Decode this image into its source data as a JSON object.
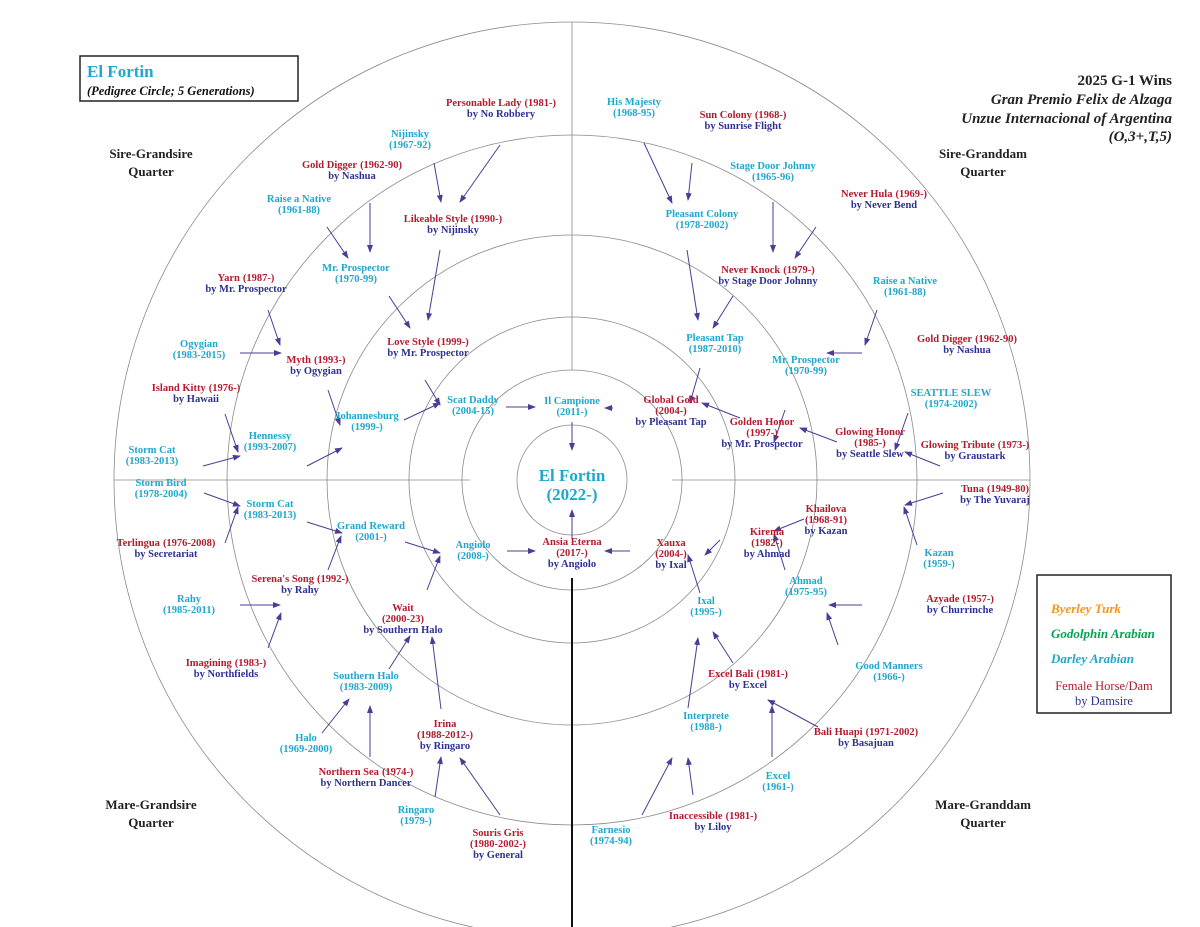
{
  "title_box": {
    "name": "El Fortin",
    "subtitle": "(Pedigree Circle; 5 Generations)"
  },
  "race_title": [
    "2025 G-1 Wins",
    "Gran Premio Felix de Alzaga",
    "Unzue Internacional of Argentina",
    "(O,3+,T,5)"
  ],
  "quarters": [
    {
      "line1": "Sire-Grandsire",
      "line2": "Quarter"
    },
    {
      "line1": "Sire-Granddam",
      "line2": "Quarter"
    },
    {
      "line1": "Mare-Grandsire",
      "line2": "Quarter"
    },
    {
      "line1": "Mare-Granddam",
      "line2": "Quarter"
    }
  ],
  "legend": {
    "byerley": "Byerley Turk",
    "godolphin": "Godolphin Arabian",
    "darley": "Darley Arabian",
    "female": "Female Horse/Dam",
    "damsire": "by Damsire"
  },
  "colors": {
    "darley": "#1fa8cc",
    "female": "#b31b2e",
    "damsire": "#2e3192",
    "byerley": "#f7941d",
    "godolphin": "#00a651"
  },
  "subject": {
    "name": "El Fortin",
    "years": "(2022-)"
  },
  "nodes": [
    {
      "name": "Il Campione",
      "years": "(2011-)"
    },
    {
      "name": "Ansia Eterna",
      "years": "(2017-)",
      "by": "by Angiolo"
    },
    {
      "name": "Scat Daddy",
      "years": "(2004-15)"
    },
    {
      "name": "Global Gold",
      "years": "(2004-)",
      "by": "by Pleasant Tap"
    },
    {
      "name": "Angiolo",
      "years": "(2008-)"
    },
    {
      "name": "Xauxa",
      "years": "(2004-)",
      "by": "by Ixal"
    },
    {
      "name": "Johannesburg",
      "years": "(1999-)"
    },
    {
      "name": "Love Style",
      "years": "(1999-)",
      "by": "by Mr. Prospector"
    },
    {
      "name": "Pleasant Tap",
      "years": "(1987-2010)"
    },
    {
      "name": "Golden Honor",
      "years": "(1997-)",
      "by": "by Mr. Prospector"
    },
    {
      "name": "Grand Reward",
      "years": "(2001-)"
    },
    {
      "name": "Wait",
      "years": "(2000-23)",
      "by": "by Southern Halo"
    },
    {
      "name": "Ixal",
      "years": "(1995-)"
    },
    {
      "name": "Kirenia",
      "years": "(1982-)",
      "by": "by Ahmad"
    },
    {
      "name": "Hennessy",
      "years": "(1993-2007)"
    },
    {
      "name": "Myth",
      "years": "(1993-)",
      "by": "by Ogygian"
    },
    {
      "name": "Mr. Prospector",
      "years": "(1970-99)"
    },
    {
      "name": "Likeable Style",
      "years": "(1990-)",
      "by": "by Nijinsky"
    },
    {
      "name": "Pleasant Colony",
      "years": "(1978-2002)"
    },
    {
      "name": "Never Knock",
      "years": "(1979-)",
      "by": "by Stage Door Johnny"
    },
    {
      "name": "Mr. Prospector",
      "years": "(1970-99)"
    },
    {
      "name": "Glowing Honor",
      "years": "(1985-)",
      "by": "by Seattle Slew"
    },
    {
      "name": "Storm Cat",
      "years": "(1983-2013)"
    },
    {
      "name": "Serena's Song",
      "years": "(1992-)",
      "by": "by Rahy"
    },
    {
      "name": "Southern Halo",
      "years": "(1983-2009)"
    },
    {
      "name": "Irina",
      "years": "(1988-2012-)",
      "by": "by Ringaro"
    },
    {
      "name": "Interprete",
      "years": "(1988-)"
    },
    {
      "name": "Excel Bali",
      "years": "(1981-)",
      "by": "by Excel"
    },
    {
      "name": "Ahmad",
      "years": "(1975-95)"
    },
    {
      "name": "Khailova",
      "years": "(1968-91)",
      "by": "by Kazan"
    },
    {
      "name": "Storm Cat",
      "years": "(1983-2013)"
    },
    {
      "name": "Island Kitty",
      "years": "(1976-)",
      "by": "by Hawaii"
    },
    {
      "name": "Ogygian",
      "years": "(1983-2015)"
    },
    {
      "name": "Yarn",
      "years": "(1987-)",
      "by": "by Mr. Prospector"
    },
    {
      "name": "Raise a Native",
      "years": "(1961-88)"
    },
    {
      "name": "Gold Digger",
      "years": "(1962-90)",
      "by": "by Nashua"
    },
    {
      "name": "Nijinsky",
      "years": "(1967-92)"
    },
    {
      "name": "Personable Lady",
      "years": "(1981-)",
      "by": "by No Robbery"
    },
    {
      "name": "His Majesty",
      "years": "(1968-95)"
    },
    {
      "name": "Sun Colony",
      "years": "(1968-)",
      "by": "by Sunrise Flight"
    },
    {
      "name": "Stage Door Johnny",
      "years": "(1965-96)"
    },
    {
      "name": "Never Hula",
      "years": "(1969-)",
      "by": "by Never Bend"
    },
    {
      "name": "Raise a Native",
      "years": "(1961-88)"
    },
    {
      "name": "Gold Digger",
      "years": "(1962-90)",
      "by": "by Nashua"
    },
    {
      "name": "SEATTLE SLEW",
      "years": "(1974-2002)"
    },
    {
      "name": "Glowing Tribute",
      "years": "(1973-)",
      "by": "by Graustark"
    },
    {
      "name": "Tuna",
      "years": "(1949-80)",
      "by": "by The Yuvaraj"
    },
    {
      "name": "Kazan",
      "years": "(1959-)"
    },
    {
      "name": "Azyade",
      "years": "(1957-)",
      "by": "by Churrinche"
    },
    {
      "name": "Good Manners",
      "years": "(1966-)"
    },
    {
      "name": "Bali Huapi",
      "years": "(1971-2002)",
      "by": "by Basajuan"
    },
    {
      "name": "Excel",
      "years": "(1961-)"
    },
    {
      "name": "Inaccessible",
      "years": "(1981-)",
      "by": "by Liloy"
    },
    {
      "name": "Farnesio",
      "years": "(1974-94)"
    },
    {
      "name": "Souris Gris",
      "years": "(1980-2002-)",
      "by": "by General"
    },
    {
      "name": "Ringaro",
      "years": "(1979-)"
    },
    {
      "name": "Northern Sea",
      "years": "(1974-)",
      "by": "by Northern Dancer"
    },
    {
      "name": "Halo",
      "years": "(1969-2000)"
    },
    {
      "name": "Imagining",
      "years": "(1983-)",
      "by": "by Northfields"
    },
    {
      "name": "Rahy",
      "years": "(1985-2011)"
    },
    {
      "name": "Terlingua",
      "years": "(1976-2008)",
      "by": "by Secretariat"
    },
    {
      "name": "Storm Bird",
      "years": "(1978-2004)"
    }
  ]
}
